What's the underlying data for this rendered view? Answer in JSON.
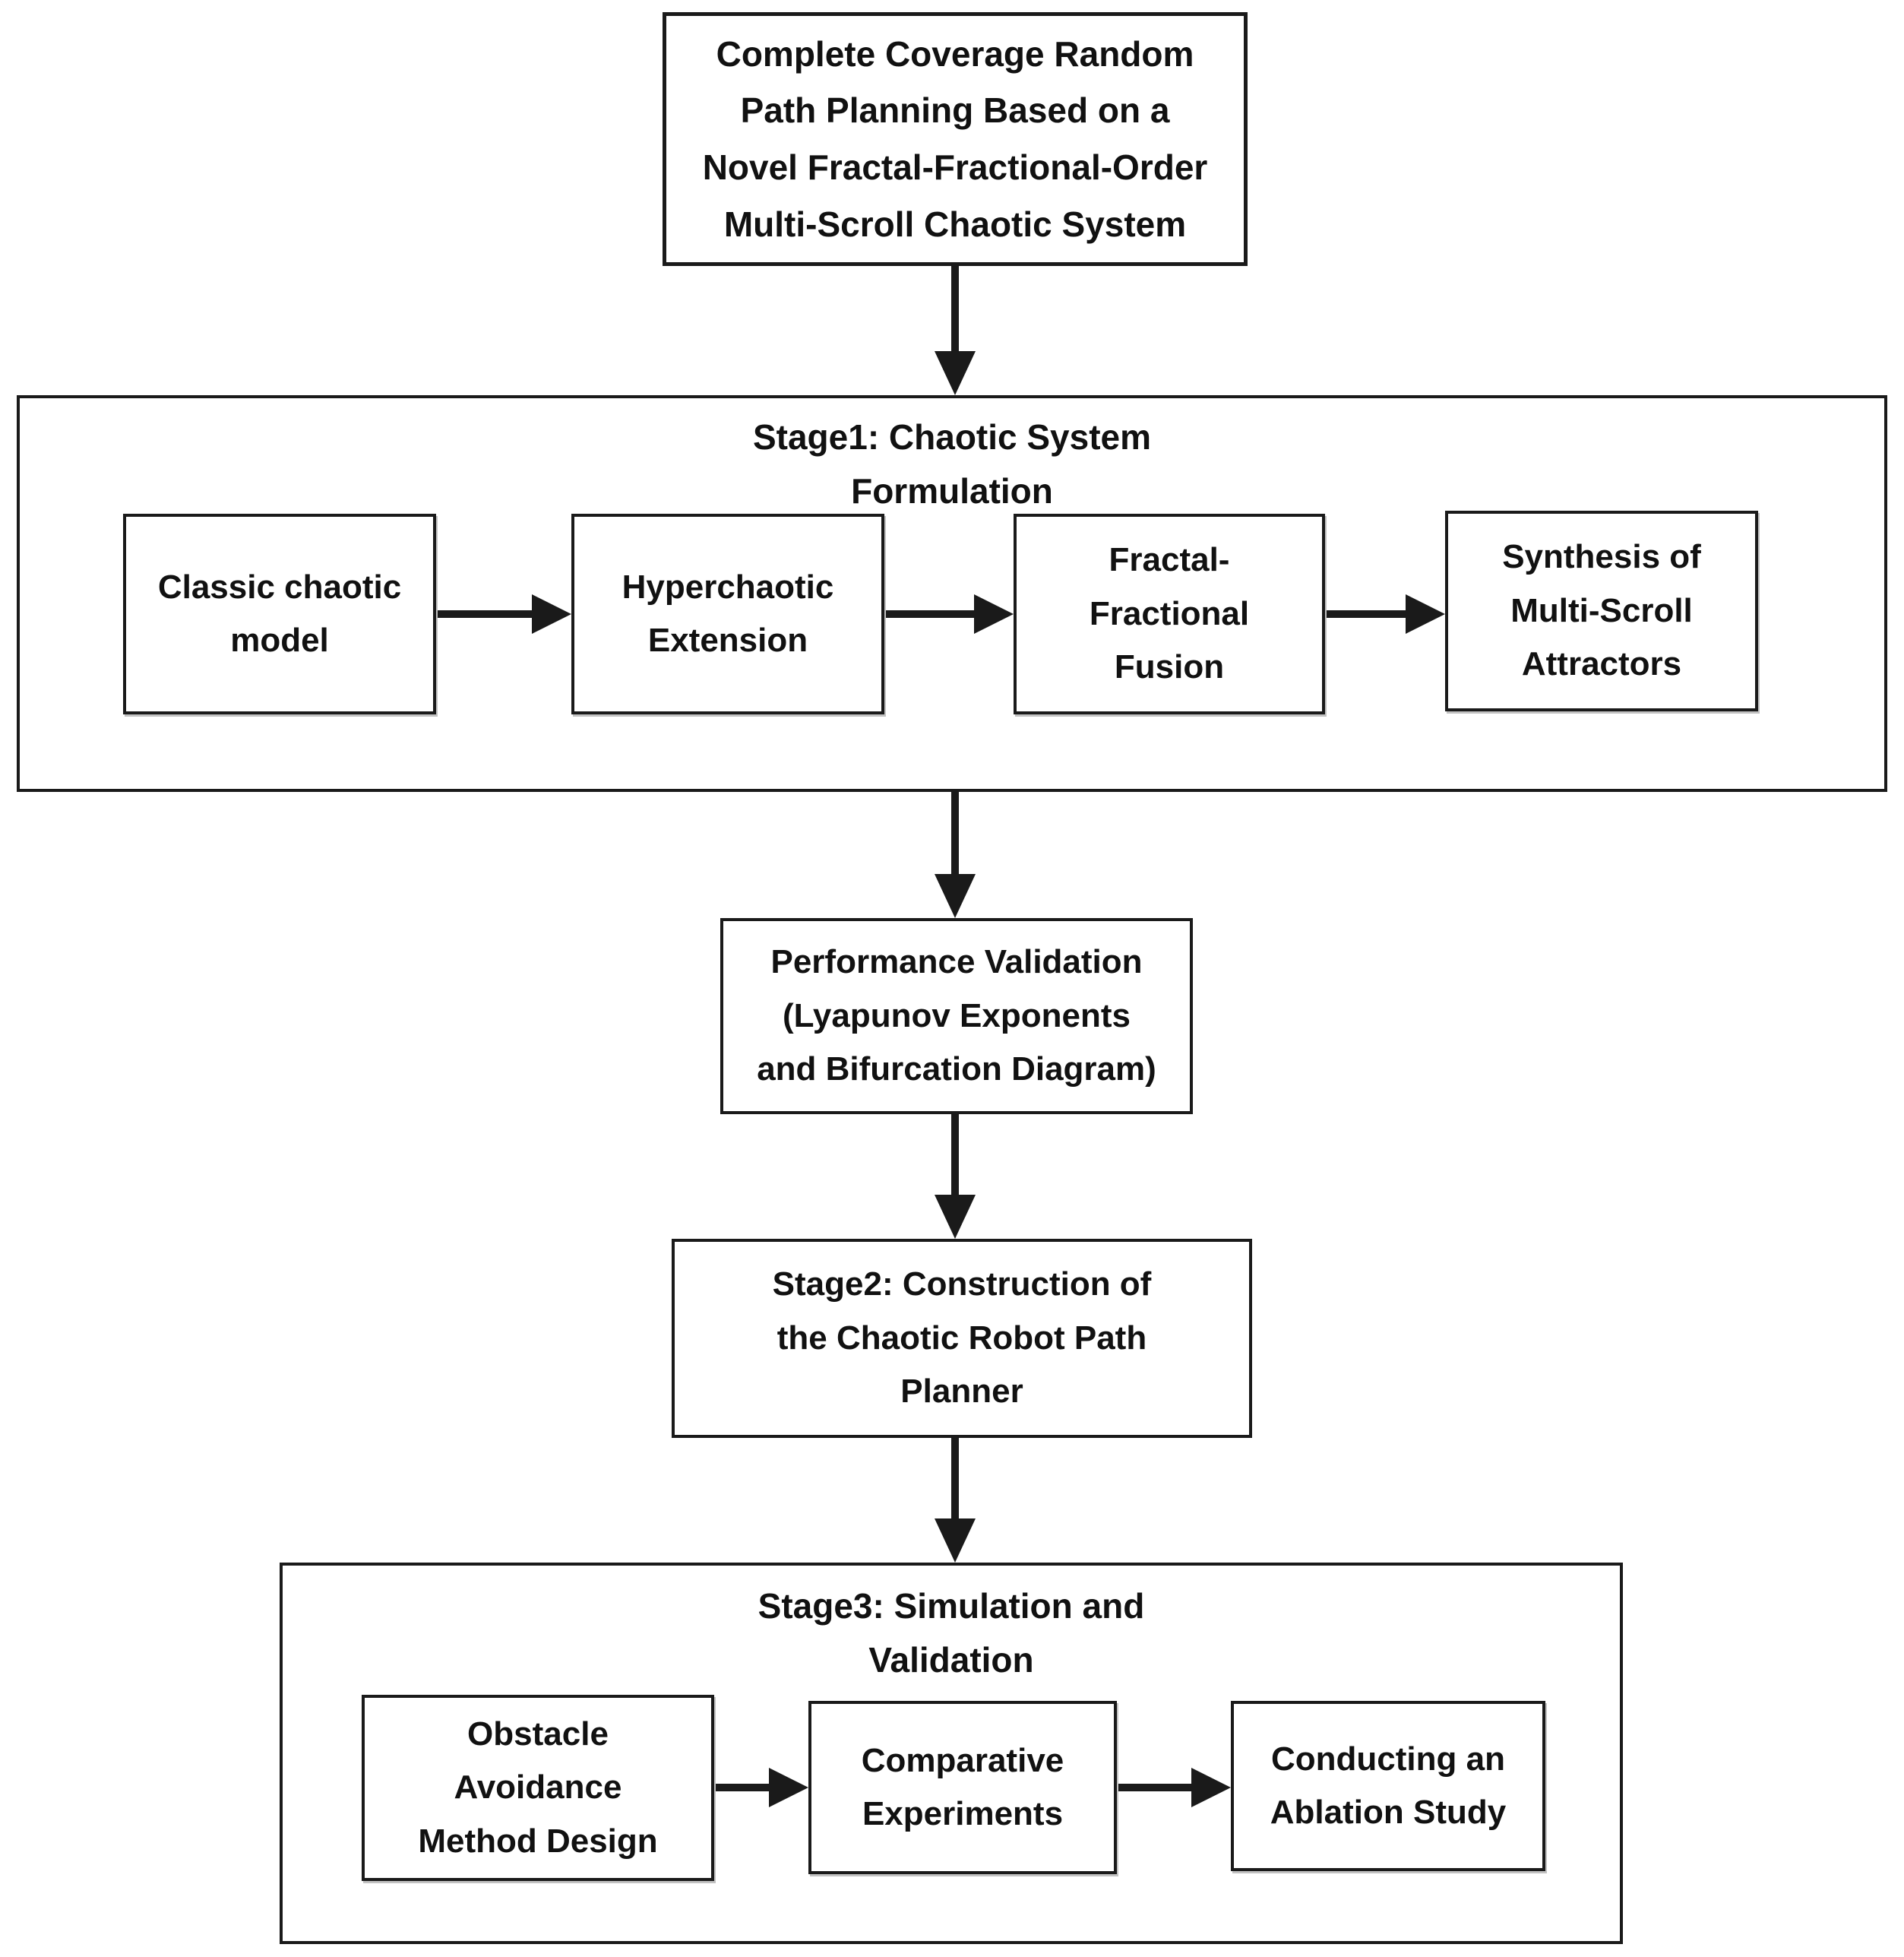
{
  "figure": {
    "type": "flowchart",
    "background": "#ffffff",
    "colors": {
      "box_fill": "#ffffff",
      "box_border": "#1a1a1a",
      "text": "#111111",
      "arrow": "#1a1a1a"
    },
    "root": {
      "label": "Complete Coverage Random\nPath Planning Based on a\nNovel Fractal-Fractional-Order\nMulti-Scroll Chaotic System"
    },
    "stage1": {
      "title": "Stage1: Chaotic System\nFormulation",
      "steps": [
        {
          "label": "Classic chaotic\nmodel"
        },
        {
          "label": "Hyperchaotic\nExtension"
        },
        {
          "label": "Fractal-\nFractional\nFusion"
        },
        {
          "label": "Synthesis of\nMulti-Scroll\nAttractors"
        }
      ]
    },
    "validation": {
      "label": "Performance Validation\n(Lyapunov Exponents\nand Bifurcation Diagram)"
    },
    "stage2": {
      "label": "Stage2: Construction of\nthe Chaotic Robot Path\nPlanner"
    },
    "stage3": {
      "title": "Stage3: Simulation and\nValidation",
      "steps": [
        {
          "label": "Obstacle\nAvoidance\nMethod Design"
        },
        {
          "label": "Comparative\nExperiments"
        },
        {
          "label": "Conducting an\nAblation Study"
        }
      ]
    },
    "flow": [
      "root -> stage1",
      "stage1 -> validation",
      "validation -> stage2",
      "stage2 -> stage3"
    ],
    "stage1_flow": [
      "Classic chaotic model -> Hyperchaotic Extension -> Fractal-Fractional Fusion -> Synthesis of Multi-Scroll Attractors"
    ],
    "stage3_flow": [
      "Obstacle Avoidance Method Design -> Comparative Experiments -> Conducting an Ablation Study"
    ]
  }
}
